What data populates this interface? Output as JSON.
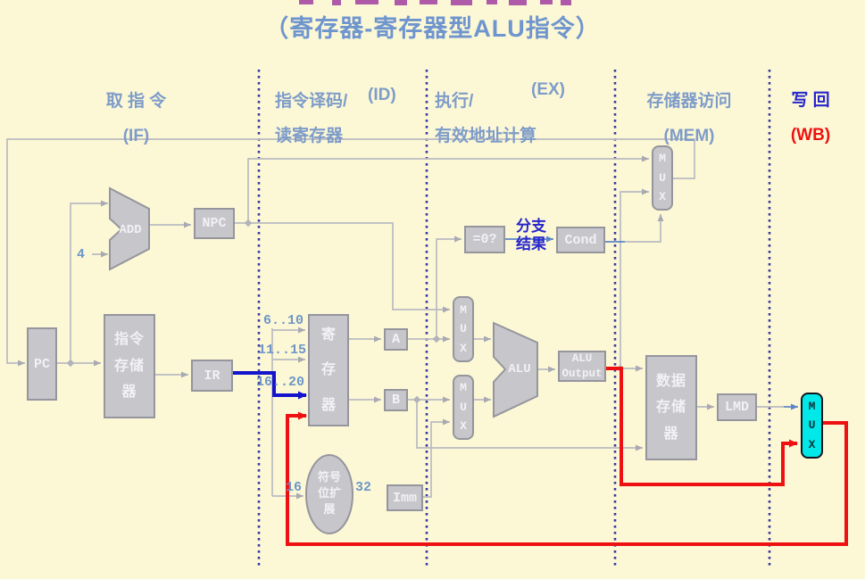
{
  "title": {
    "line2": "（寄存器-寄存器型ALU指令）"
  },
  "stages": [
    {
      "name": "取 指 令",
      "tag": "(IF)"
    },
    {
      "line1": "指令译码/",
      "line2": "读寄存器",
      "tag": "(ID)"
    },
    {
      "line1": "执行/",
      "line2": "有效地址计算",
      "tag": "(EX)"
    },
    {
      "name": "存储器访问",
      "tag": "(MEM)"
    },
    {
      "name": "写 回",
      "tag": "(WB)"
    }
  ],
  "blocks": {
    "pc": "PC",
    "imem": "指令\n存储\n器",
    "add": "ADD",
    "npc": "NPC",
    "ir": "IR",
    "regfile": "寄\n存\n器",
    "a": "A",
    "b": "B",
    "signext": "符号\n位扩\n展",
    "imm": "Imm",
    "mux": "M\nU\nX",
    "alu": "ALU",
    "zero": "=0?",
    "cond": "Cond",
    "aluout": "ALU\nOutput",
    "dmem": "数据\n存储\n器",
    "lmd": "LMD"
  },
  "labels": {
    "four": "4",
    "bits_6_10": "6..10",
    "bits_11_15": "11..15",
    "bits_16_20": "16..20",
    "bit16": "16",
    "bit32": "32",
    "branch_result": "分支\n结果"
  },
  "colors": {
    "background": "#FCF8D6",
    "box_fill": "#C6C6CB",
    "box_border": "#95959D",
    "wire_gray": "#BABAC2",
    "divider_blue": "#3A3A9D",
    "header_blue": "#7E9CC9",
    "strong_blue": "#2626CC",
    "path_red": "#EE1111",
    "path_blue": "#1414CC",
    "mux_highlight_cyan": "#00E8E8",
    "cropped_fragment_purple": "#A23FA2"
  }
}
